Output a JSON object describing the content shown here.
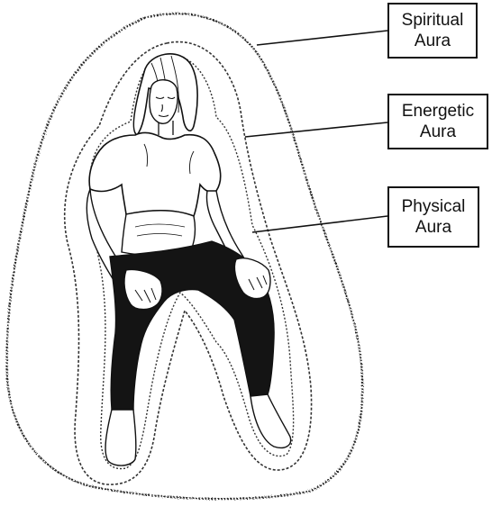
{
  "labels": {
    "spiritual": {
      "line1": "Spiritual",
      "line2": "Aura"
    },
    "energetic": {
      "line1": "Energetic",
      "line2": "Aura"
    },
    "physical": {
      "line1": "Physical",
      "line2": "Aura"
    }
  },
  "colors": {
    "ink": "#111111",
    "background": "#ffffff",
    "leggings": "#141414"
  },
  "figure": {
    "subject": "seated-woman-illustration"
  }
}
